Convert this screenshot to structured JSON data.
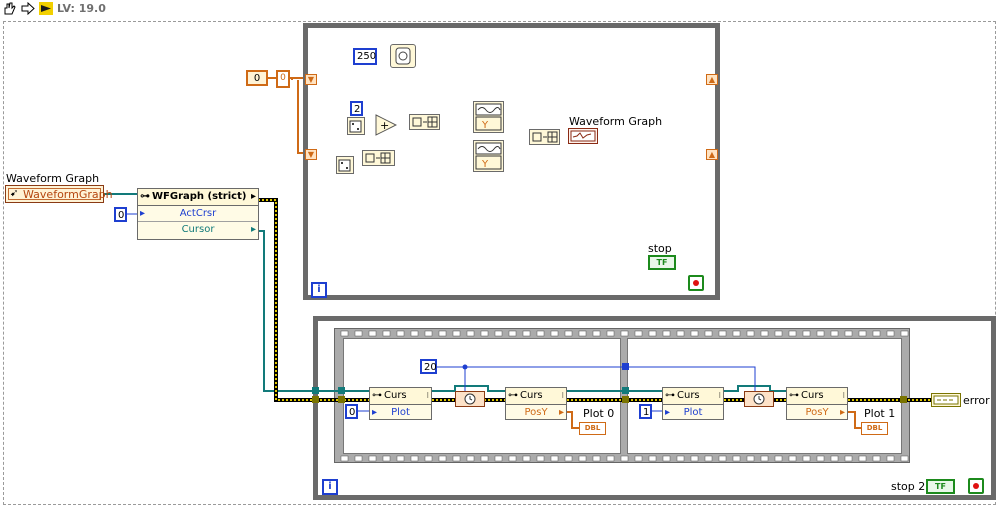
{
  "toolbar": {
    "version_label": "LV: 19.0"
  },
  "left": {
    "waveform_graph_label": "Waveform Graph",
    "waveform_graph_ref": "WaveformGraph",
    "const_zero": "0",
    "property_node": {
      "title": "WFGraph (strict)",
      "rows": [
        "ActCrsr",
        "Cursor"
      ]
    }
  },
  "loop1": {
    "wait_ms": "250",
    "init_const": "0",
    "shift_index": "0",
    "num_two": "2",
    "graph_label": "Waveform Graph",
    "stop_label": "stop",
    "stop_tf": "TF",
    "iter": "i"
  },
  "loop2": {
    "wait_const": "20",
    "frame1": {
      "plot_const": "0",
      "curs_a": "Curs",
      "plot_row": "Plot",
      "curs_b": "Curs",
      "posy_row": "PosY",
      "plot_label": "Plot 0",
      "dbl": "DBL"
    },
    "frame2": {
      "plot_const": "1",
      "curs_a": "Curs",
      "plot_row": "Plot",
      "curs_b": "Curs",
      "posy_row": "PosY",
      "plot_label": "Plot 1",
      "dbl": "DBL"
    },
    "error_label": "error",
    "stop_label": "stop 2",
    "stop_tf": "TF",
    "iter": "i"
  },
  "colors": {
    "loop_border": "#6a6a6a",
    "int_wire": "#1e3fd0",
    "dbl_wire": "#cf6a16",
    "ref_wire": "#127a7a",
    "error_wire": "#b8a400",
    "bool": "#1c8a1c"
  }
}
